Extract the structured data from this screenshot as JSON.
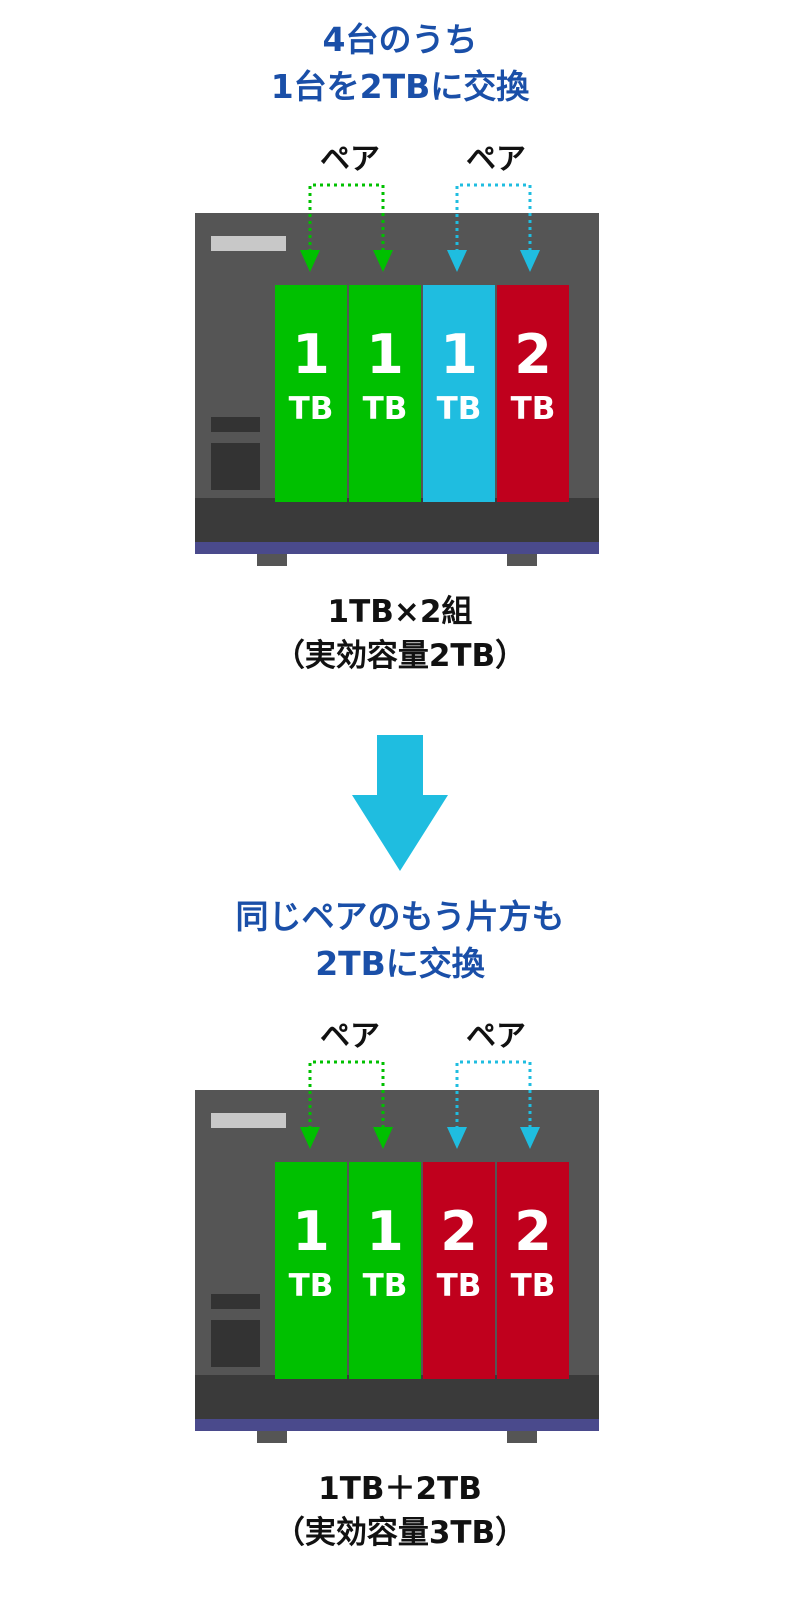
{
  "colors": {
    "heading": "#1a4fa8",
    "green": "#00c000",
    "cyan": "#1fbde0",
    "red": "#c0001d",
    "chassis": "#555555",
    "chassis_bottom": "#3a3a3a",
    "base_strip": "#4a4a8c",
    "arrow": "#1fbde0"
  },
  "step1": {
    "heading_line1": "4台のうち",
    "heading_line2": "1台を2TBに交換",
    "pair_left": "ペア",
    "pair_right": "ペア",
    "drives": [
      {
        "num": "1",
        "unit": "TB",
        "color": "green"
      },
      {
        "num": "1",
        "unit": "TB",
        "color": "green"
      },
      {
        "num": "1",
        "unit": "TB",
        "color": "cyan"
      },
      {
        "num": "2",
        "unit": "TB",
        "color": "red"
      }
    ],
    "caption_line1": "1TB×2組",
    "caption_line2": "（実効容量2TB）"
  },
  "step2": {
    "heading_line1": "同じペアのもう片方も",
    "heading_line2": "2TBに交換",
    "pair_left": "ペア",
    "pair_right": "ペア",
    "drives": [
      {
        "num": "1",
        "unit": "TB",
        "color": "green"
      },
      {
        "num": "1",
        "unit": "TB",
        "color": "green"
      },
      {
        "num": "2",
        "unit": "TB",
        "color": "red"
      },
      {
        "num": "2",
        "unit": "TB",
        "color": "red"
      }
    ],
    "caption_line1": "1TB＋2TB",
    "caption_line2": "（実効容量3TB）"
  }
}
